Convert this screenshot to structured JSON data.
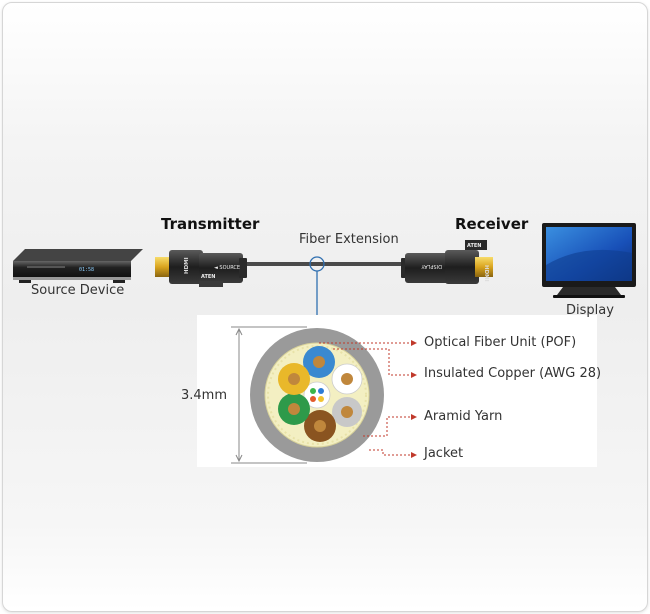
{
  "labels": {
    "transmitter": "Transmitter",
    "receiver": "Receiver",
    "fiber_extension": "Fiber Extension",
    "source_device": "Source Device",
    "display": "Display",
    "diameter": "3.4mm",
    "optical_fiber_unit": "Optical Fiber Unit (POF)",
    "insulated_copper": "Insulated Copper (AWG 28)",
    "aramid_yarn": "Aramid Yarn",
    "jacket": "Jacket"
  },
  "product_text": {
    "tx_hdmi": "HDMI",
    "tx_source": "◄ SOURCE",
    "tx_brand": "ATEN",
    "rx_hdmi": "HDMI",
    "rx_brand": "ATEN",
    "rx_display": "DISPLAY",
    "player_time": "01:58"
  },
  "colors": {
    "cable": "#4a4a4a",
    "pointer_line": "#2f6fb0",
    "callout_arrow": "#c0392b",
    "connector_gold": "#e0b42a",
    "jacket_gray": "#9a9a9a",
    "aramid_yellow": "#f3efc2"
  }
}
